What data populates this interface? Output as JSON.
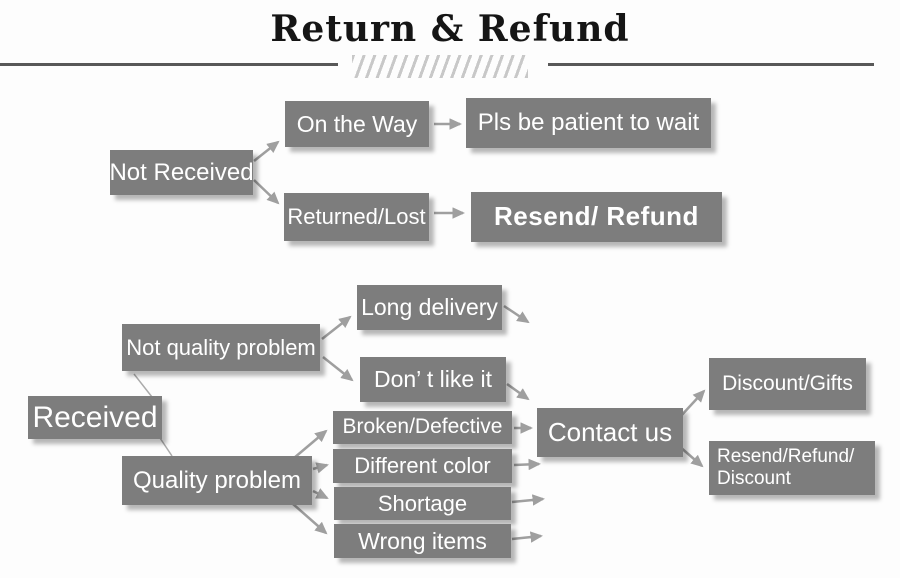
{
  "title": "Return & Refund",
  "colors": {
    "box_fill": "#7d7d7d",
    "box_text": "#ffffff",
    "arrow": "#9f9f9f",
    "rule": "#585858",
    "hatch": "#c8c8c8",
    "background": "#fdfdfd",
    "title_text": "#151515"
  },
  "nodes": {
    "not_received": "Not Received",
    "on_the_way": "On the Way",
    "pls_wait": "Pls be patient to wait",
    "returned_lost": "Returned/Lost",
    "resend_refund": "Resend/ Refund",
    "received": "Received",
    "not_quality": "Not quality problem",
    "long_delivery": "Long delivery",
    "dont_like": "Don’ t like it",
    "quality": "Quality problem",
    "broken": "Broken/Defective",
    "different_color": "Different color",
    "shortage": "Shortage",
    "wrong_items": "Wrong items",
    "contact_us": "Contact us",
    "discount_gifts": "Discount/Gifts",
    "resend_refund_discount": "Resend/Refund/\nDiscount"
  },
  "edges": [
    {
      "from": "not_received",
      "to": "on_the_way"
    },
    {
      "from": "not_received",
      "to": "returned_lost"
    },
    {
      "from": "on_the_way",
      "to": "pls_wait"
    },
    {
      "from": "returned_lost",
      "to": "resend_refund"
    },
    {
      "from": "received",
      "to": "not_quality"
    },
    {
      "from": "received",
      "to": "quality"
    },
    {
      "from": "not_quality",
      "to": "long_delivery"
    },
    {
      "from": "not_quality",
      "to": "dont_like"
    },
    {
      "from": "long_delivery",
      "to": null
    },
    {
      "from": "dont_like",
      "to": "contact_us"
    },
    {
      "from": "quality",
      "to": "broken"
    },
    {
      "from": "quality",
      "to": "different_color"
    },
    {
      "from": "quality",
      "to": "shortage"
    },
    {
      "from": "quality",
      "to": "wrong_items"
    },
    {
      "from": "broken",
      "to": "contact_us"
    },
    {
      "from": "different_color",
      "to": null
    },
    {
      "from": "shortage",
      "to": null
    },
    {
      "from": "wrong_items",
      "to": null
    },
    {
      "from": "contact_us",
      "to": "discount_gifts"
    },
    {
      "from": "contact_us",
      "to": "resend_refund_discount"
    }
  ]
}
